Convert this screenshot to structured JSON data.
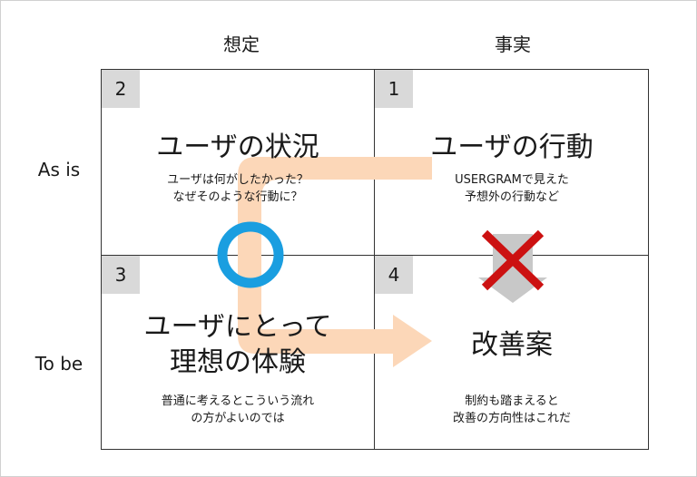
{
  "columns": {
    "left": "想定",
    "right": "事実"
  },
  "rows": {
    "top": "As is",
    "bottom": "To be"
  },
  "quadrants": {
    "q2": {
      "num": "2",
      "title": "ユーザの状況",
      "sub": "ユーザは何がしたかった？\nなぜそのような行動に？"
    },
    "q1": {
      "num": "1",
      "title": "ユーザの行動",
      "sub": "USERGRAMで見えた\n予想外の行動など"
    },
    "q3": {
      "num": "3",
      "title_line1": "ユーザにとって",
      "title_line2": "理想の体験",
      "sub": "普通に考えるとこういう流れ\nの方がよいのでは"
    },
    "q4": {
      "num": "4",
      "title": "改善案",
      "sub": "制約も踏まえると\n改善の方向性はこれだ"
    }
  },
  "colors": {
    "arrow": "#fcd7b8",
    "circle": "#1a9ee0",
    "cross": "#cc1111",
    "down_arrow": "#c8c8c8",
    "num_bg": "#d9d9d9"
  },
  "marks": {
    "circle_icon": "circle-mark-icon",
    "cross_icon": "cross-mark-icon"
  }
}
